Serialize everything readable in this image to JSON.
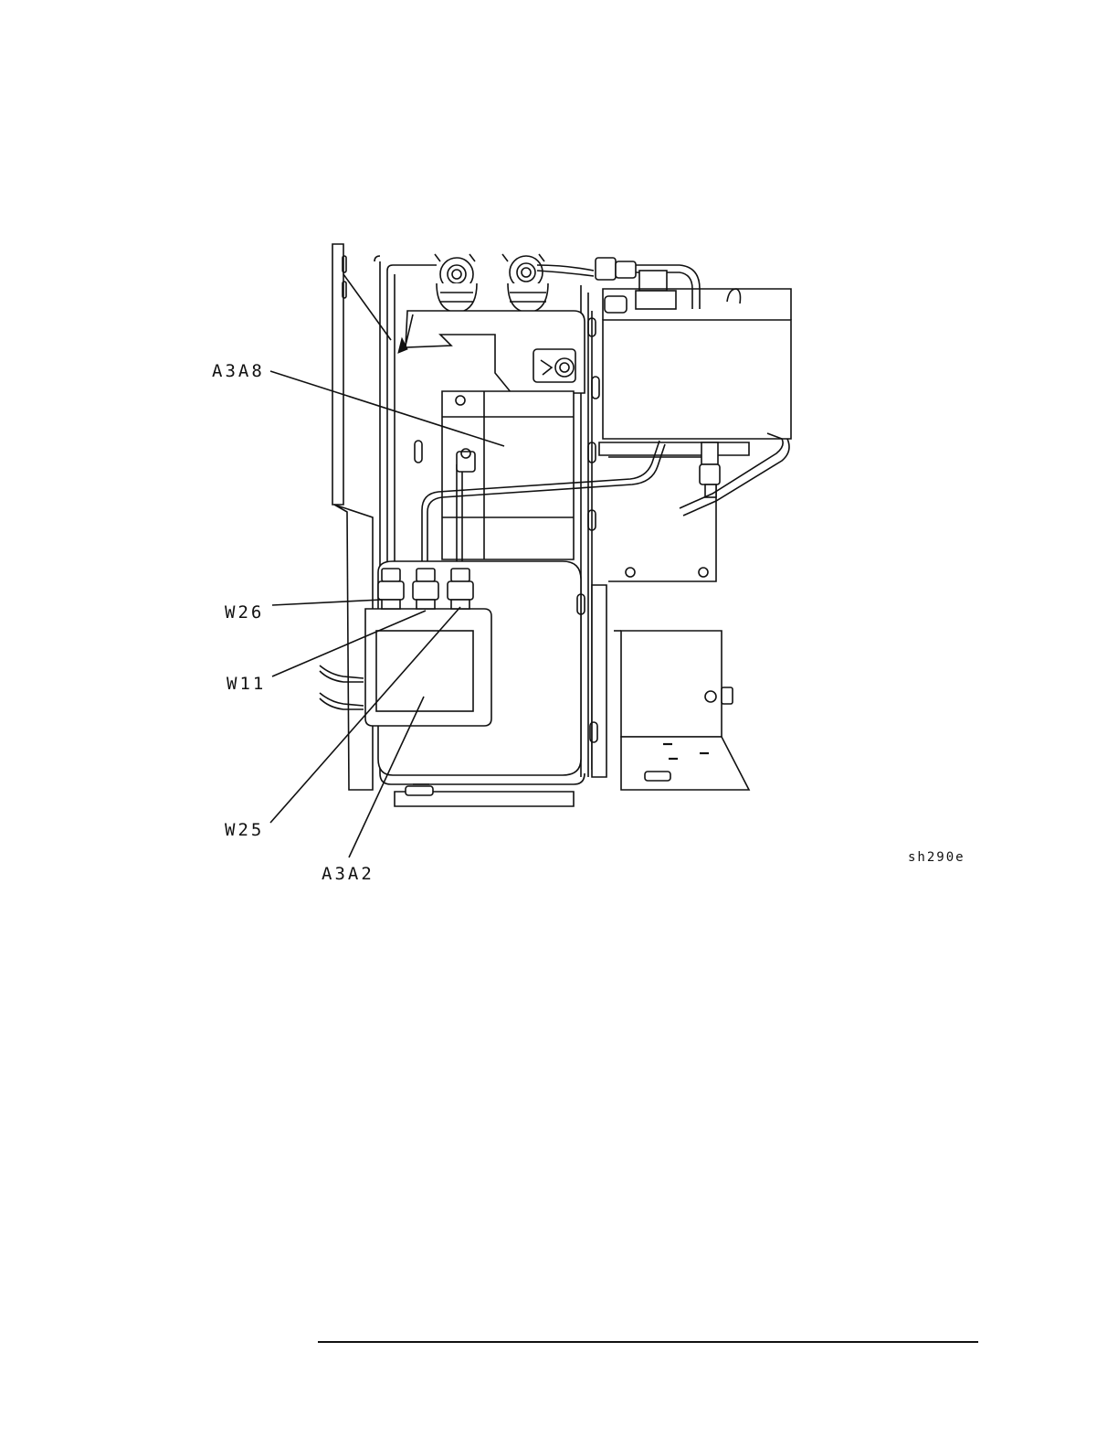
{
  "figure": {
    "callouts": {
      "a3a8": "A3A8",
      "w26": "W26",
      "w11": "W11",
      "w25": "W25",
      "a3a2": "A3A2"
    },
    "figure_id": "sh290e"
  }
}
